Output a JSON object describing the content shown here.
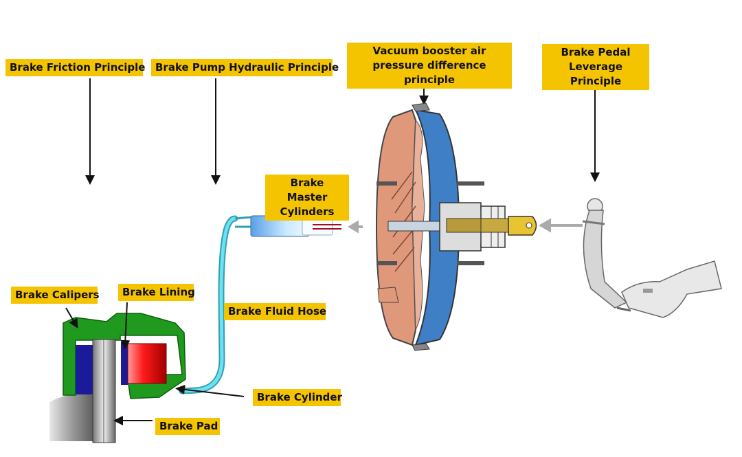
{
  "labels": {
    "brake_friction_principle": "Brake Friction Principle",
    "brake_pump_hydraulic_principle": "Brake Pump Hydraulic Principle",
    "vacuum_booster_principle": "Vacuum booster air pressure difference principle",
    "brake_pedal_leverage_principle": "Brake Pedal Leverage Principle",
    "brake_master_cylinders": "Brake Master Cylinders",
    "brake_calipers": "Brake Calipers",
    "brake_lining": "Brake Lining",
    "brake_fluid_hose": "Brake Fluid Hose",
    "brake_cylinder": "Brake Cylinder",
    "brake_pad": "Brake Pad"
  },
  "colors": {
    "label_bg": "#f5c400",
    "caliper": "#1f9a1f",
    "lining": "#1a1a9a",
    "piston": "#e01010",
    "hose": "#52cfdf",
    "booster_front": "#e0987a",
    "booster_rear": "#3f7fc6",
    "pedal": "#d6d6d6"
  }
}
